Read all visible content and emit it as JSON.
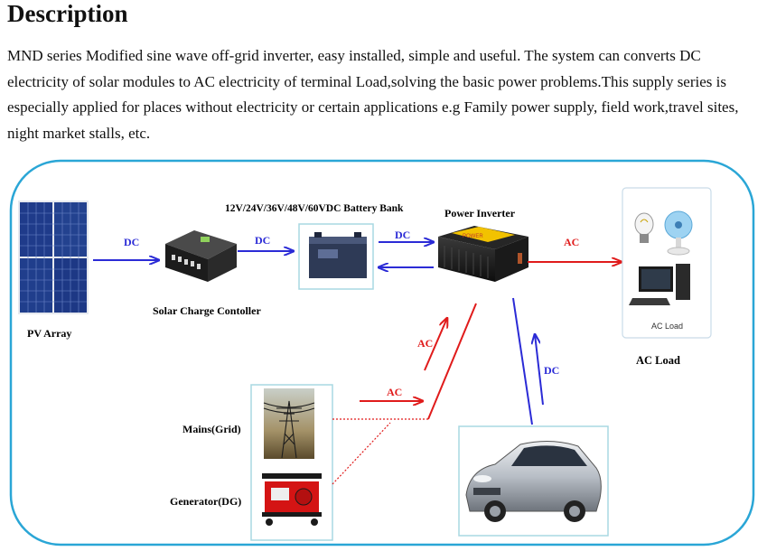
{
  "heading": "Description",
  "paragraph": "MND series Modified sine wave off-grid inverter, easy installed, simple and useful. The system can converts DC electricity of solar modules to AC electricity of terminal Load,solving the basic power problems.This supply series is especially applied for places without electricity or certain applications e.g Family power supply, field work,travel sites, night market stalls, etc.",
  "diagram": {
    "pv_array": "PV Array",
    "charge_controller": "Solar Charge Contoller",
    "battery_bank": "12V/24V/36V/48V/60VDC Battery Bank",
    "power_inverter": "Power Inverter",
    "ac_load_caption": "AC Load",
    "ac_load_panel_text": "AC Load",
    "mains": "Mains(Grid)",
    "generator": "Generator(DG)",
    "dc": "DC",
    "ac": "AC",
    "colors": {
      "dc_arrow": "#2b2bd6",
      "ac_arrow": "#e01b1b",
      "frame": "#2aa6d6"
    }
  }
}
